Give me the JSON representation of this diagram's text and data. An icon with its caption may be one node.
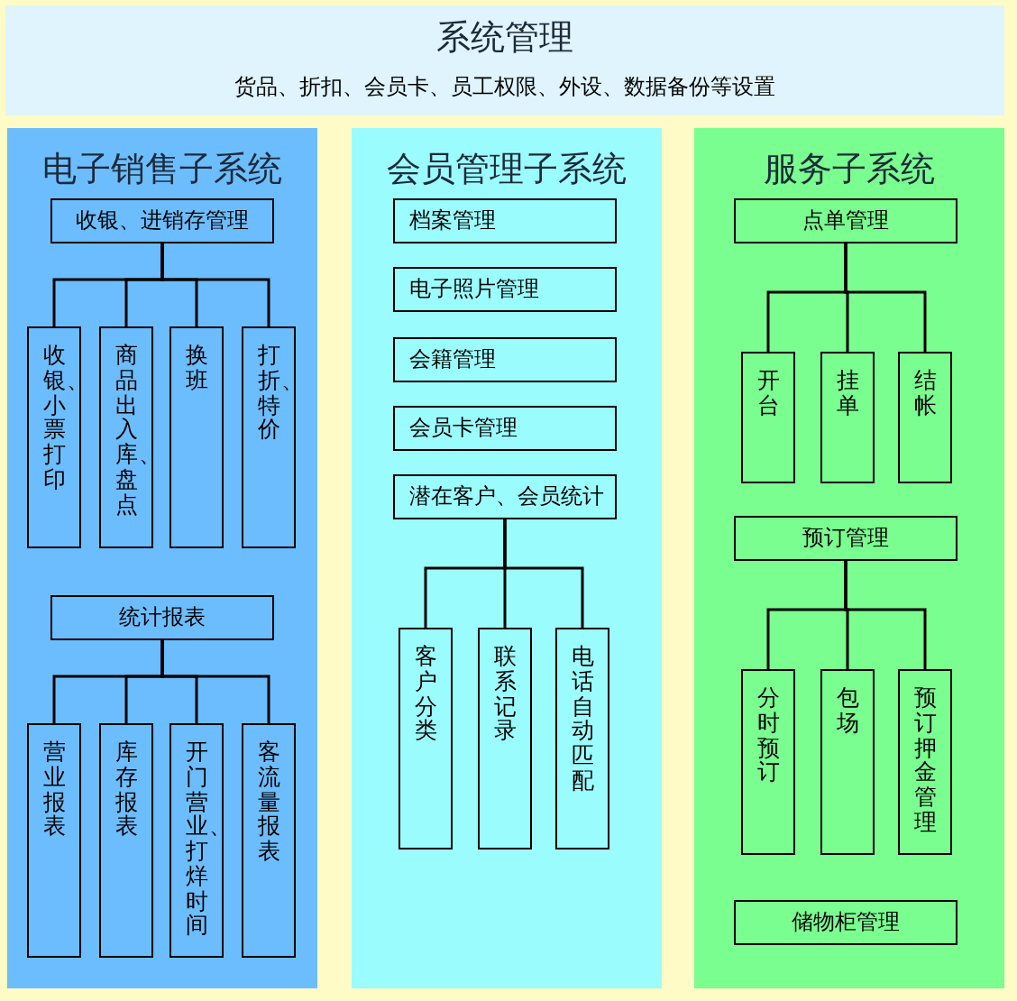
{
  "diagram": {
    "nodes": [
      {
        "text": [
          "系统管理",
          "货品、折扣、会员卡、员工权限、外设、数据备份等设置"
        ]
      },
      {
        "text": [
          "电子销售子系统"
        ]
      },
      {
        "text": [
          "收银、进销存管理"
        ],
        "in": 1
      },
      {
        "text": [
          "收银、小票打印"
        ],
        "in": 1
      },
      {
        "text": [
          "商品出入库、盘点"
        ],
        "in": 1
      },
      {
        "text": [
          "换班"
        ],
        "in": 1
      },
      {
        "text": [
          "打折、特价"
        ],
        "in": 1
      },
      {
        "text": [
          "统计报表"
        ],
        "in": 1
      },
      {
        "text": [
          "营业报表"
        ],
        "in": 1
      },
      {
        "text": [
          "库存报表"
        ],
        "in": 1
      },
      {
        "text": [
          "开门营业、打烊时间"
        ],
        "in": 1
      },
      {
        "text": [
          "客流量报表"
        ],
        "in": 1
      },
      {
        "text": [
          "会员管理子系统"
        ]
      },
      {
        "text": [
          "档案管理"
        ],
        "in": 12
      },
      {
        "text": [
          "电子照片管理"
        ],
        "in": 12
      },
      {
        "text": [
          "会籍管理"
        ],
        "in": 12
      },
      {
        "text": [
          "会员卡管理"
        ],
        "in": 12
      },
      {
        "text": [
          "潜在客户、会员统计"
        ],
        "in": 12
      },
      {
        "text": [
          "客户分类"
        ],
        "in": 12
      },
      {
        "text": [
          "联系记录"
        ],
        "in": 12
      },
      {
        "text": [
          "电话自动匹配"
        ],
        "in": 12
      },
      {
        "text": [
          "服务子系统"
        ]
      },
      {
        "text": [
          "点单管理"
        ],
        "in": 21
      },
      {
        "text": [
          "开台"
        ],
        "in": 21
      },
      {
        "text": [
          "挂单"
        ],
        "in": 21
      },
      {
        "text": [
          "结帐"
        ],
        "in": 21
      },
      {
        "text": [
          "预订管理"
        ],
        "in": 21
      },
      {
        "text": [
          "分时预订"
        ],
        "in": 21
      },
      {
        "text": [
          "包场"
        ],
        "in": 21
      },
      {
        "text": [
          "预订押金管理"
        ],
        "in": 21
      },
      {
        "text": [
          "储物柜管理"
        ],
        "in": 21
      }
    ],
    "edges": [
      {
        "from": 2,
        "to": 3,
        "arrow": "none"
      },
      {
        "from": 2,
        "to": 4,
        "arrow": "none"
      },
      {
        "from": 2,
        "to": 5,
        "arrow": "none"
      },
      {
        "from": 2,
        "to": 6,
        "arrow": "none"
      },
      {
        "from": 7,
        "to": 8,
        "arrow": "none"
      },
      {
        "from": 7,
        "to": 9,
        "arrow": "none"
      },
      {
        "from": 7,
        "to": 10,
        "arrow": "none"
      },
      {
        "from": 7,
        "to": 11,
        "arrow": "none"
      },
      {
        "from": 17,
        "to": 18,
        "arrow": "none"
      },
      {
        "from": 17,
        "to": 19,
        "arrow": "none"
      },
      {
        "from": 17,
        "to": 20,
        "arrow": "none"
      },
      {
        "from": 22,
        "to": 23,
        "arrow": "none"
      },
      {
        "from": 22,
        "to": 24,
        "arrow": "none"
      },
      {
        "from": 22,
        "to": 25,
        "arrow": "none"
      },
      {
        "from": 26,
        "to": 27,
        "arrow": "none"
      },
      {
        "from": 26,
        "to": 28,
        "arrow": "none"
      },
      {
        "from": 26,
        "to": 29,
        "arrow": "none"
      }
    ]
  }
}
